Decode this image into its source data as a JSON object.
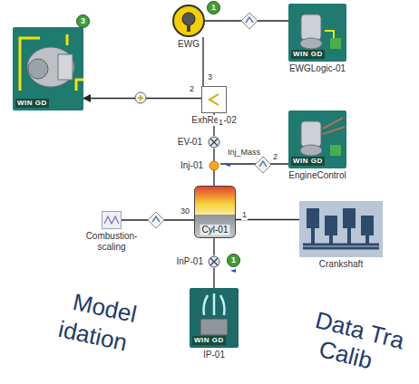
{
  "diagram": {
    "nodes": [
      {
        "text": [
          "WIN GD"
        ]
      },
      {
        "text": [
          "EWG"
        ]
      },
      {
        "text": [
          "WIN GD",
          "EWGLogic-01"
        ]
      },
      {
        "text": [
          "ExhRec-02"
        ]
      },
      {
        "text": [
          "EV-01"
        ]
      },
      {
        "text": [
          "Inj-01"
        ]
      },
      {
        "text": [
          "WIN GD",
          "EngineControl"
        ]
      },
      {
        "text": [
          "Combustion-scaling"
        ]
      },
      {
        "text": [
          "Cyl-01"
        ]
      },
      {
        "text": [
          "Crankshaft"
        ]
      },
      {
        "text": [
          "InP-01"
        ]
      },
      {
        "text": [
          "WIN GD",
          "IP-01"
        ]
      }
    ],
    "edges": [
      {
        "from": 3,
        "to": 0,
        "arrow": "to"
      },
      {
        "from": 1,
        "to": 3,
        "arrow": "none"
      },
      {
        "from": 2,
        "to": 1,
        "arrow": "none"
      },
      {
        "from": 4,
        "to": 3,
        "arrow": "none"
      },
      {
        "from": 8,
        "to": 4,
        "arrow": "none"
      },
      {
        "from": 6,
        "to": 5,
        "label": "Inj_Mass",
        "arrow": "none"
      },
      {
        "from": 7,
        "to": 8,
        "arrow": "none"
      },
      {
        "from": 8,
        "to": 9,
        "arrow": "none"
      },
      {
        "from": 10,
        "to": 8,
        "arrow": "none"
      },
      {
        "from": 11,
        "to": 10,
        "arrow": "none"
      }
    ],
    "labels": [
      "1",
      "3",
      "2",
      "3",
      "1",
      "30",
      "1",
      "1",
      "2",
      "Model",
      "idation",
      "Data Tra",
      "Calib"
    ]
  }
}
